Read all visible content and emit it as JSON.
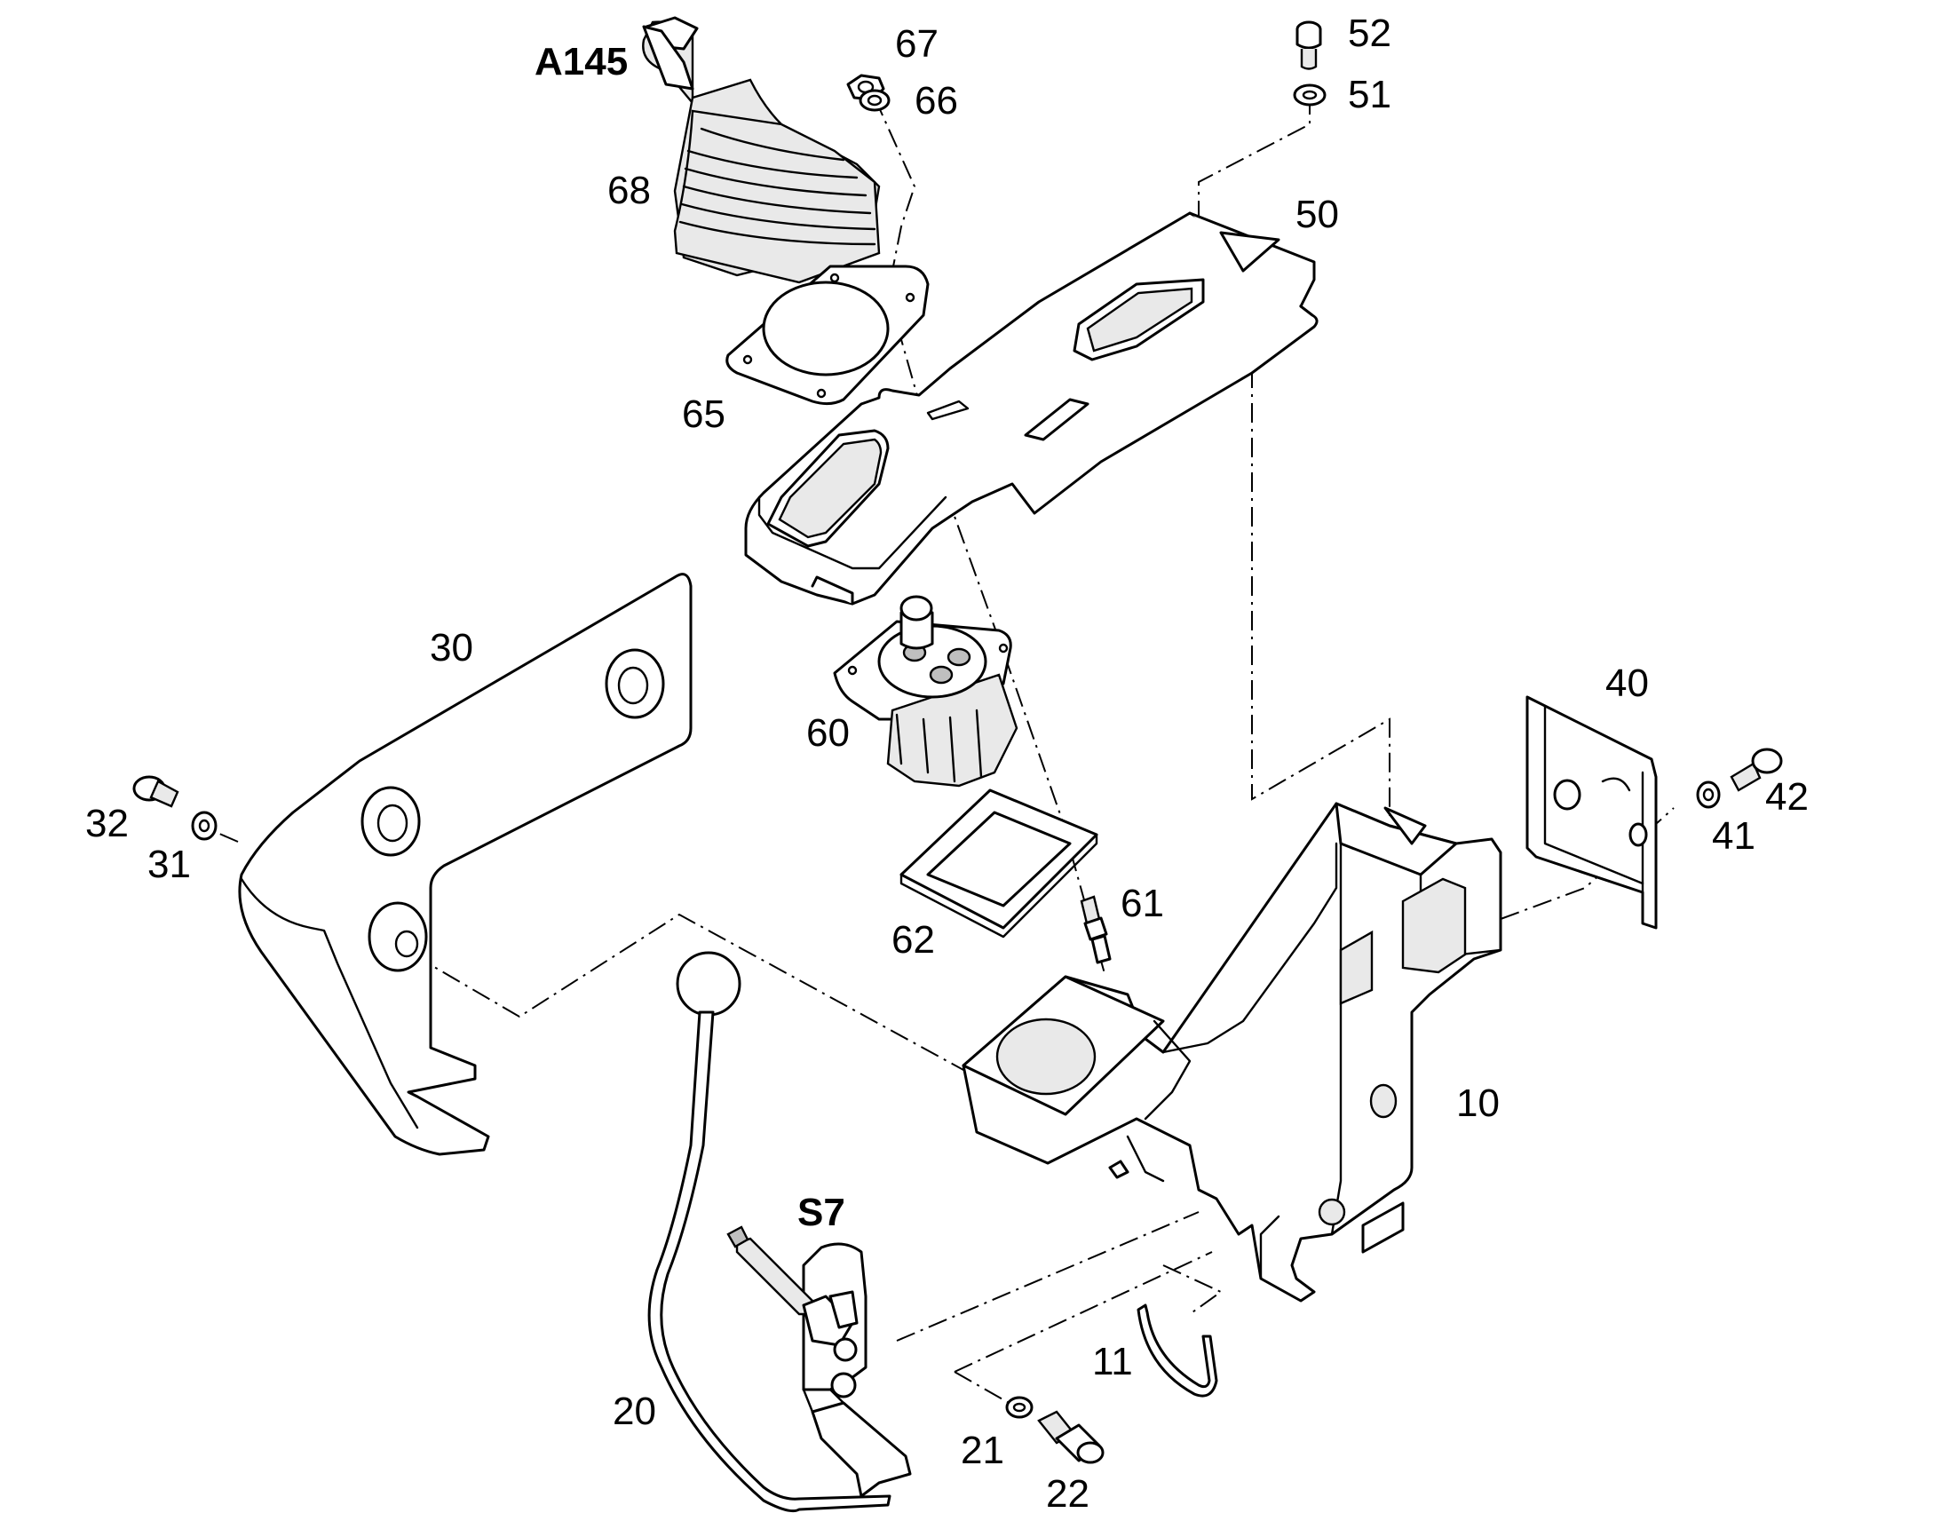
{
  "diagram": {
    "labels": {
      "a145": "A145",
      "s7": "S7",
      "p10": "10",
      "p11": "11",
      "p20": "20",
      "p21": "21",
      "p22": "22",
      "p30": "30",
      "p31": "31",
      "p32": "32",
      "p40": "40",
      "p41": "41",
      "p42": "42",
      "p50": "50",
      "p51": "51",
      "p52": "52",
      "p60": "60",
      "p61": "61",
      "p62": "62",
      "p65": "65",
      "p66": "66",
      "p67": "67",
      "p68": "68"
    },
    "colors": {
      "line": "#000000",
      "background": "#ffffff",
      "shade": "#e9e9e9"
    }
  }
}
